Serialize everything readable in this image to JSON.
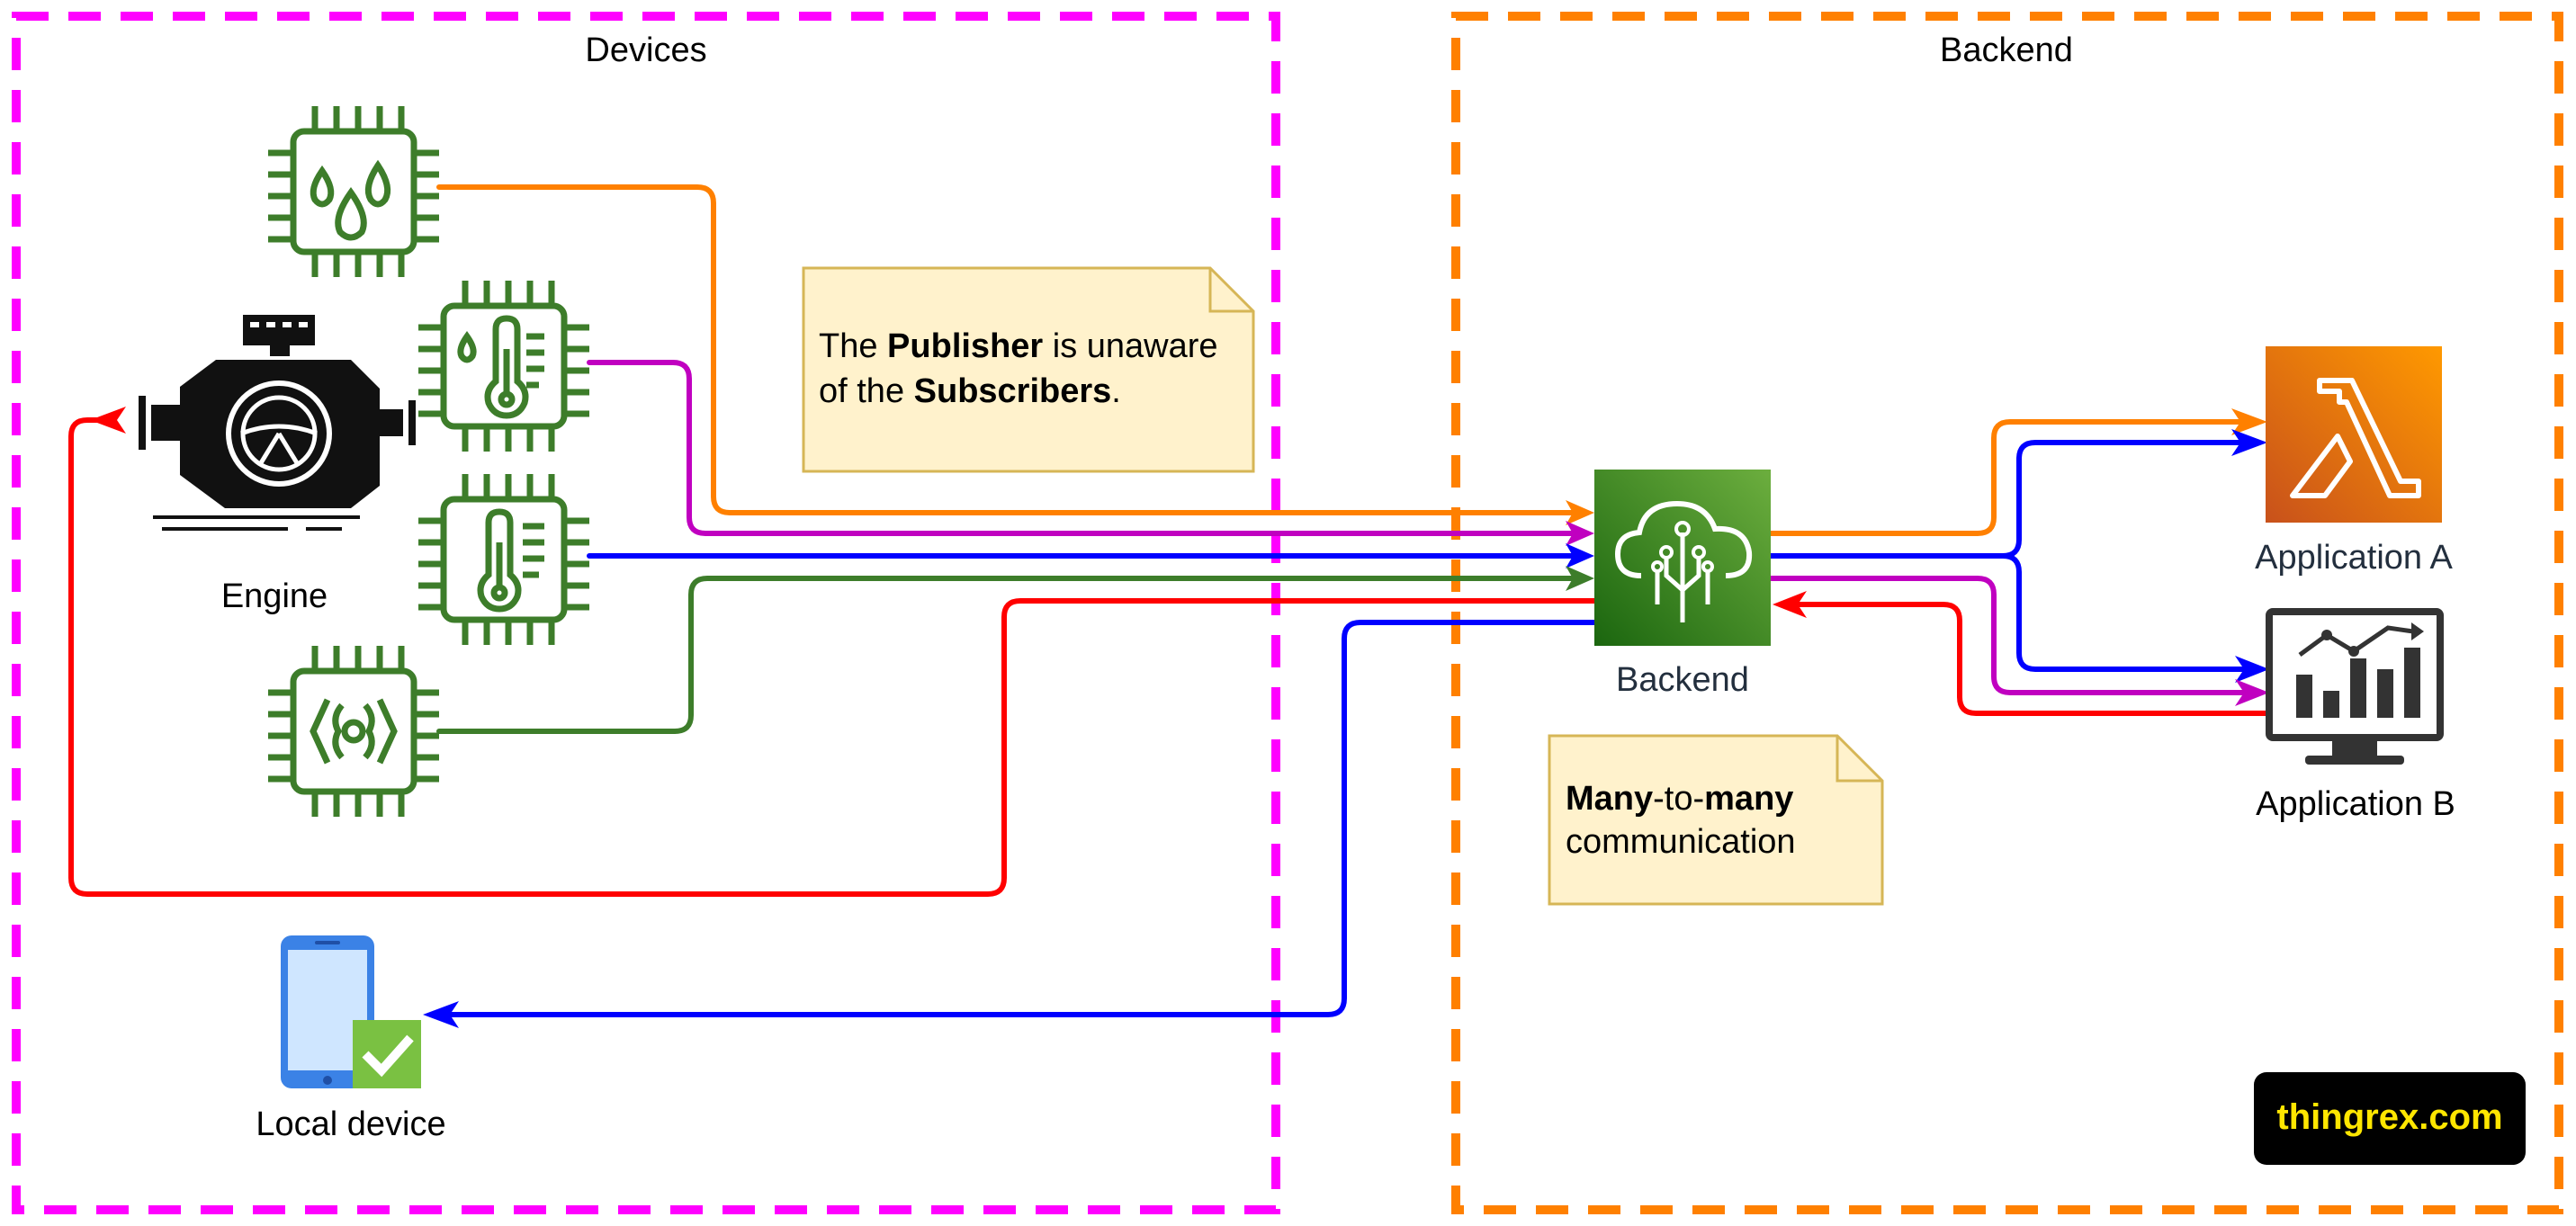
{
  "groups": {
    "devices_title": "Devices",
    "backend_title": "Backend"
  },
  "nodes": {
    "engine": "Engine",
    "backend": "Backend",
    "app_a": "Application A",
    "app_b": "Application B",
    "local_device": "Local device"
  },
  "notes": {
    "publisher": {
      "line1_pre": "The ",
      "line1_bold": "Publisher",
      "line1_post": " is unaware",
      "line2_pre": "of the ",
      "line2_bold": "Subscribers",
      "line2_post": "."
    },
    "many": {
      "line1_bold_a": "Many",
      "line1_mid": "-to-",
      "line1_bold_b": "many",
      "line2": "communication"
    }
  },
  "brand": "thingrex.com",
  "icons": {
    "humidity_sensor": "humidity-sensor-chip-icon",
    "temperature_sensor_1": "temperature-sensor-chip-icon",
    "temperature_sensor_2": "temperature-sensor-chip-icon",
    "code_chip": "code-chip-icon",
    "engine": "engine-icon",
    "backend": "iot-core-cloud-icon",
    "app_a": "lambda-icon",
    "app_b": "analytics-monitor-icon",
    "local_device": "mobile-check-icon"
  },
  "colors": {
    "devices_border": "#ff00ff",
    "backend_border": "#ff8000",
    "orange": "#ff8000",
    "magenta": "#c000c0",
    "blue": "#0000ff",
    "green": "#3d7d2a",
    "red": "#ff0000",
    "chip_green": "#3d7d2a",
    "note_fill": "#fff2cc",
    "note_stroke": "#d6b656"
  }
}
